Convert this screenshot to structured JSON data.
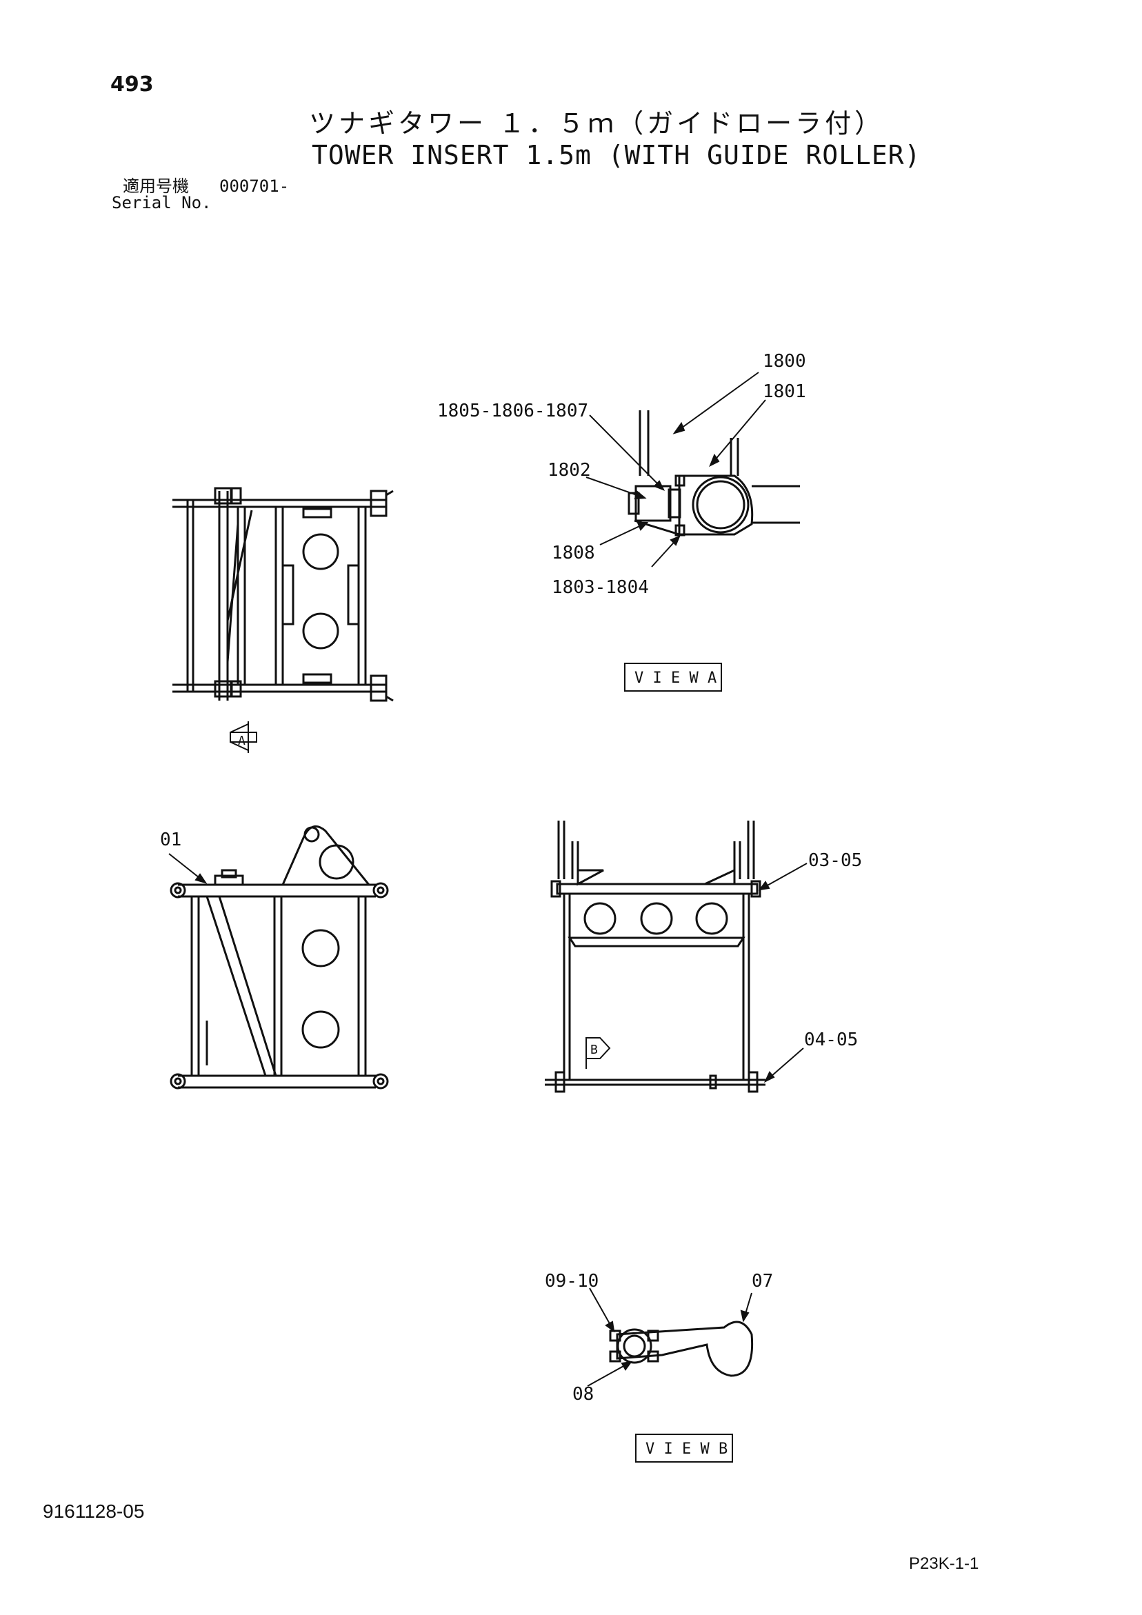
{
  "header": {
    "page_number": "493",
    "title_jp": "ツナギタワー １．５ｍ（ガイドローラ付）",
    "title_en": "TOWER INSERT 1.5m (WITH GUIDE ROLLER)",
    "serial_label_jp": "適用号機",
    "serial_value": "000701-",
    "serial_label_en": "Serial No."
  },
  "callouts": {
    "p1800": "1800",
    "p1801": "1801",
    "p1805": "1805-1806-1807",
    "p1802": "1802",
    "p1808": "1808",
    "p1803": "1803-1804",
    "p01": "01",
    "p0305": "03-05",
    "p0405": "04-05",
    "p0910": "09-10",
    "p07": "07",
    "p08": "08"
  },
  "views": {
    "view_a": "V I E W  A",
    "view_b": "V I E W  B",
    "arrow_a": "A",
    "arrow_b": "B"
  },
  "footer": {
    "doc_number": "9161128-05",
    "page_code": "P23K-1-1"
  }
}
